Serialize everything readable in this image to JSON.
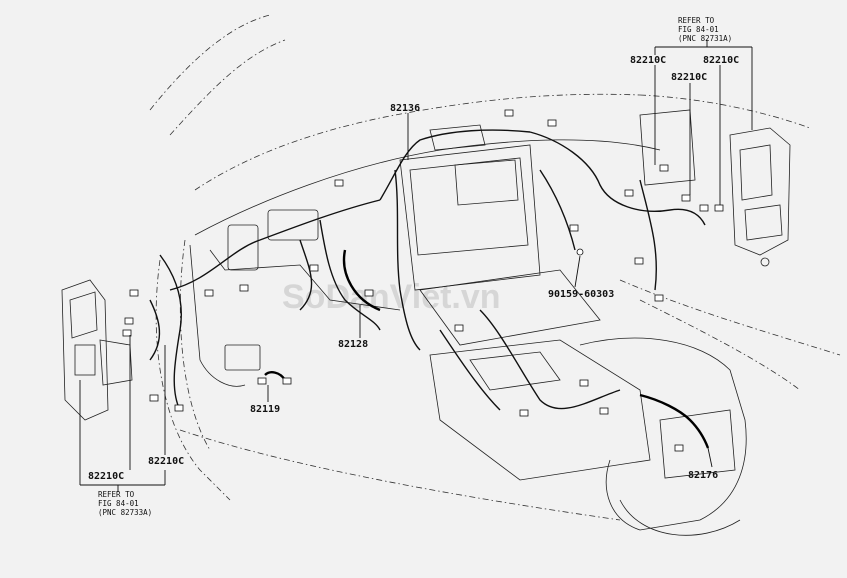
{
  "watermark": "SoDanViet.vn",
  "parts": [
    {
      "id": "p82136",
      "number": "82136"
    },
    {
      "id": "p82128",
      "number": "82128"
    },
    {
      "id": "p82119",
      "number": "82119"
    },
    {
      "id": "p82176",
      "number": "82176"
    },
    {
      "id": "p90159",
      "number": "90159-60303"
    },
    {
      "id": "p82210c_tl",
      "number": "82210C"
    },
    {
      "id": "p82210c_tr",
      "number": "82210C"
    },
    {
      "id": "p82210c_tm",
      "number": "82210C"
    },
    {
      "id": "p82210c_bl",
      "number": "82210C"
    },
    {
      "id": "p82210c_br",
      "number": "82210C"
    }
  ],
  "references": {
    "top_right": [
      "REFER TO",
      "FIG 84-01",
      "(PNC 82731A)"
    ],
    "bottom_left": [
      "REFER TO",
      "FIG 84-01",
      "(PNC 82733A)"
    ]
  }
}
